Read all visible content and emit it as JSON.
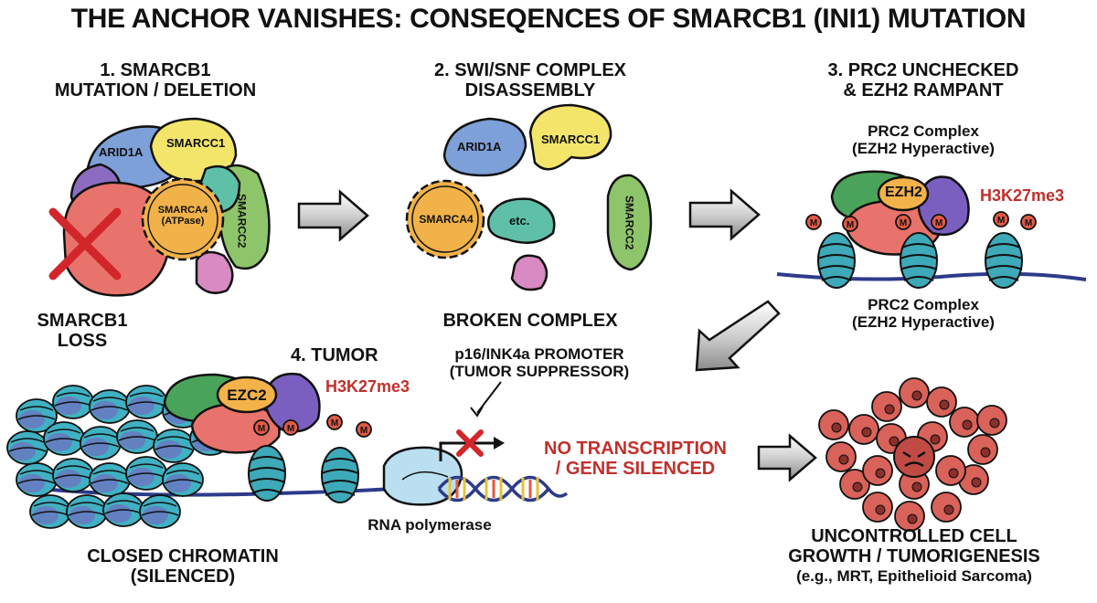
{
  "title": "THE ANCHOR VANISHES: CONSEQENCES OF SMARCB1 (INI1) MUTATION",
  "panel1": {
    "heading_line1": "1. SMARCB1",
    "heading_line2": "MUTATION / DELETION",
    "subunit_arid1a": "ARID1A",
    "subunit_smarcc1": "SMARCC1",
    "subunit_smarca4": "SMARCA4",
    "subunit_smarca4_note": "(ATPase)",
    "subunit_smarcc2": "SMARCC2",
    "loss_line1": "SMARCB1",
    "loss_line2": "LOSS"
  },
  "panel2": {
    "heading_line1": "2. SWI/SNF COMPLEX",
    "heading_line2": "DISASSEMBLY",
    "subunit_arid1a": "ARID1A",
    "subunit_smarcc1": "SMARCC1",
    "subunit_smarca4": "SMARCA4",
    "subunit_etc": "etc.",
    "subunit_smarcc2": "SMARCC2",
    "caption": "BROKEN COMPLEX"
  },
  "panel3": {
    "heading_line1": "3. PRC2 UNCHECKED",
    "heading_line2": "& EZH2 RAMPANT",
    "complex_line1": "PRC2 Complex",
    "complex_line2": "(EZH2 Hyperactive)",
    "enzyme": "EZH2",
    "mark": "H3K27me3",
    "methyl": "M",
    "caption_line1": "PRC2 Complex",
    "caption_line2": "(EZH2 Hyperactive)"
  },
  "panel4": {
    "heading": "4. TUMOR",
    "enzyme": "EZC2",
    "mark": "H3K27me3",
    "methyl": "M",
    "promoter_line1": "p16/INK4a PROMOTER",
    "promoter_line2": "(TUMOR SUPPRESSOR)",
    "polymerase": "RNA polymerase",
    "no_tx_line1": "NO TRANSCRIPTION",
    "no_tx_line2": "/ GENE SILENCED",
    "chromatin_line1": "CLOSED CHROMATIN",
    "chromatin_line2": "(SILENCED)"
  },
  "outcome": {
    "line1": "UNCONTROLLED CELL",
    "line2": "GROWTH / TUMORIGENESIS",
    "line3": "(e.g., MRT, Epithelioid Sarcoma)"
  },
  "colors": {
    "red_text": "#c0302c",
    "arid1a": "#7ea0d8",
    "smarcc1": "#f3e56a",
    "smarca4": "#f1b24a",
    "smarcc2": "#8fc56a",
    "smarcb1": "#e8736c",
    "teal": "#5fc0a8",
    "pink": "#d98ac2",
    "purple": "#8b6cc0",
    "ezh2": "#f3b24a",
    "nucleosome": "#3ea9b8",
    "methyl": "#e25a45",
    "tumor": "#d9625a"
  }
}
